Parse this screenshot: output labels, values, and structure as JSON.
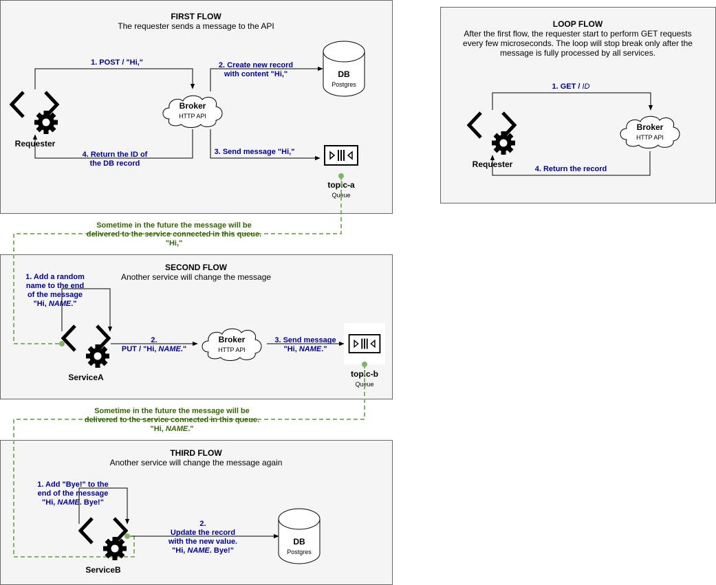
{
  "first_flow": {
    "title": "FIRST FLOW",
    "subtitle": "The requester sends a message to the API",
    "requester": "Requester",
    "broker": "Broker",
    "broker_sub": "HTTP API",
    "db": "DB",
    "db_sub": "Postgres",
    "queue": "topic-a",
    "queue_sub": "Queue",
    "step1": "1. POST / \"Hi,\"",
    "step2_line1": "2. Create new record",
    "step2_line2": "with content \"Hi,\"",
    "step3": "3. Send message \"Hi,\"",
    "step4_line1": "4. Return the ID of",
    "step4_line2": "the DB record"
  },
  "transition_1": {
    "line1": "Sometime in the future the message will be",
    "line2": "delivered to the service connected in this queue.",
    "line3": "\"Hi,\""
  },
  "second_flow": {
    "title": "SECOND FLOW",
    "subtitle": "Another service will change the message",
    "service": "ServiceA",
    "broker": "Broker",
    "broker_sub": "HTTP API",
    "queue": "topic-b",
    "queue_sub": "Queue",
    "step1_line1": "1. Add a random",
    "step1_line2": "name to the end",
    "step1_line3": "of the message",
    "step1_line4_pre": "\"Hi, ",
    "step1_line4_em": "NAME",
    "step1_line4_post": ".\"",
    "step2_line1": "2.",
    "step2_line2_pre": "PUT / \"Hi, ",
    "step2_line2_em": "NAME",
    "step2_line2_post": ".\"",
    "step3_line1": "3. Send message",
    "step3_line2_pre": "\"Hi, ",
    "step3_line2_em": "NAME",
    "step3_line2_post": ".\""
  },
  "transition_2": {
    "line1": "Sometime in the future the message will be",
    "line2": "delivered to the service connected in this queue.",
    "line3_pre": "\"Hi, ",
    "line3_em": "NAME",
    "line3_post": ".\""
  },
  "third_flow": {
    "title": "THIRD FLOW",
    "subtitle": "Another service will change the message again",
    "service": "ServiceB",
    "db": "DB",
    "db_sub": "Postgres",
    "step1_line1": "1. Add \"Bye!\" to the",
    "step1_line2": "end of the message",
    "step1_line3_pre": "\"Hi, ",
    "step1_line3_em": "NAME",
    "step1_line3_post": ". Bye!\"",
    "step2_line1": "2.",
    "step2_line2": "Update the record",
    "step2_line3": "with the new value.",
    "step2_line4_pre": "\"Hi, ",
    "step2_line4_em": "NAME",
    "step2_line4_post": ". Bye!\""
  },
  "loop_flow": {
    "title": "LOOP FLOW",
    "desc_line1": "After the first flow, the requester start to perform GET requests",
    "desc_line2": "every few microseconds. The loop will stop break only after the",
    "desc_line3": "message is fully processed by all services.",
    "requester": "Requester",
    "broker": "Broker",
    "broker_sub": "HTTP API",
    "step1_pre": "1. GET / ",
    "step1_em": "ID",
    "step4": "4. Return the record"
  },
  "colors": {
    "panel_fill": "#f5f5f5",
    "panel_stroke": "#666666",
    "label_blue": "#000099",
    "note_green": "#336600",
    "dashed_green": "#82b366"
  },
  "icons": [
    "code-gear-icon",
    "cloud-icon",
    "database-icon",
    "queue-icon"
  ]
}
